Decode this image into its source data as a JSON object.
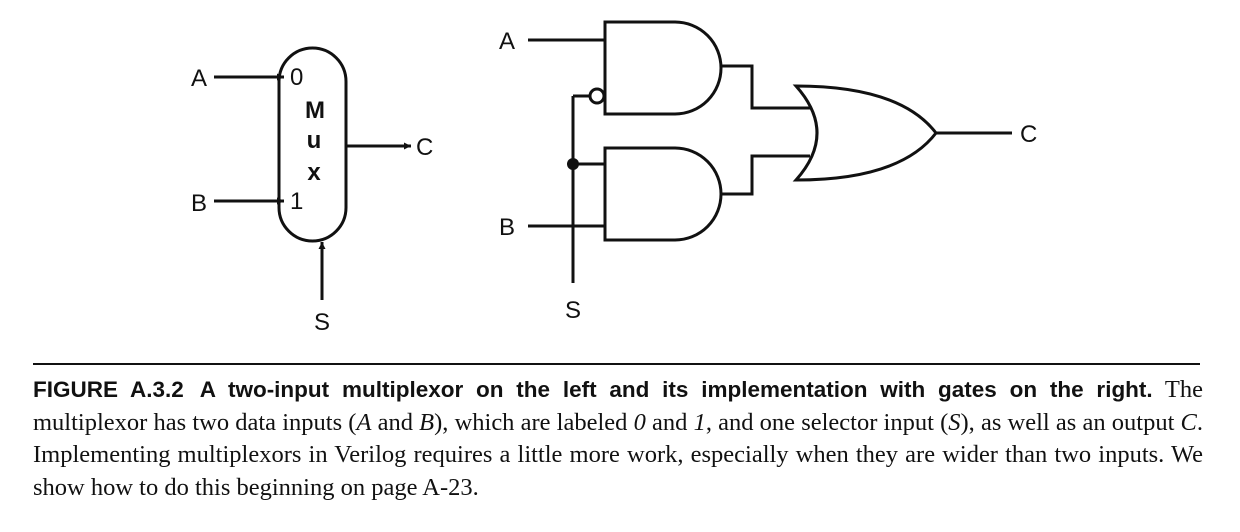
{
  "mux": {
    "input_a": "A",
    "input_b": "B",
    "port_0": "0",
    "port_1": "1",
    "title_m": "M",
    "title_u": "u",
    "title_x": "x",
    "output": "C",
    "select": "S"
  },
  "gates": {
    "input_a": "A",
    "input_b": "B",
    "select": "S",
    "output": "C"
  },
  "caption": {
    "figure_label": "FIGURE A.3.2",
    "title": "A two-input multiplexor on the left and its implementation with gates on the right.",
    "t1": " The multiplexor has two data inputs (",
    "v_a": "A",
    "t2": " and ",
    "v_b": "B",
    "t3": "), which are labeled ",
    "v_0": "0",
    "t4": " and ",
    "v_1": "1",
    "t5": ", and one selector input (",
    "v_s": "S",
    "t6": "), as well as an output ",
    "v_c": "C",
    "t7": ". Implementing multiplexors in Verilog requires a little more work, especially when they are wider than two inputs. We show how to do this beginning on page A-23."
  }
}
